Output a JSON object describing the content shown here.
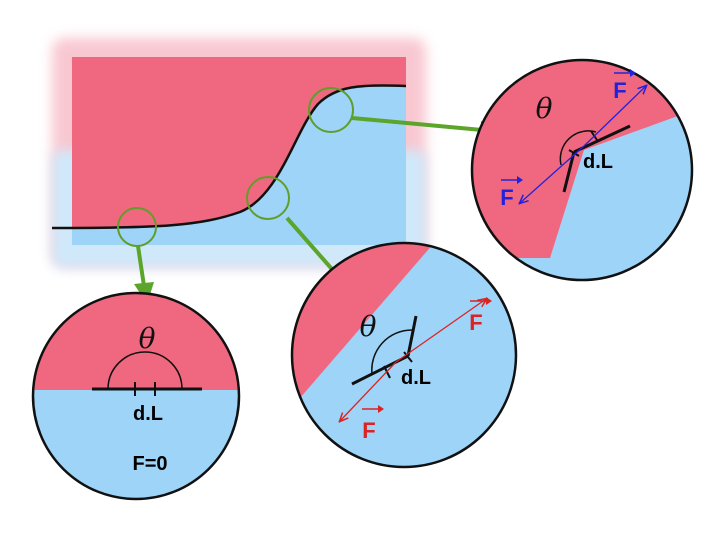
{
  "theta_symbol": "θ",
  "dl_label": "d.L",
  "force_label": "F",
  "f_zero_label": "F=0",
  "colors": {
    "upper_fluid": "#f0687f",
    "lower_fluid": "#9dd4f8",
    "interface_line": "#111111",
    "callout_circle": "#5f9e2a",
    "callout_arrow": "#5aa52a",
    "force_blue": "#2222dd",
    "force_red": "#dd2222"
  }
}
